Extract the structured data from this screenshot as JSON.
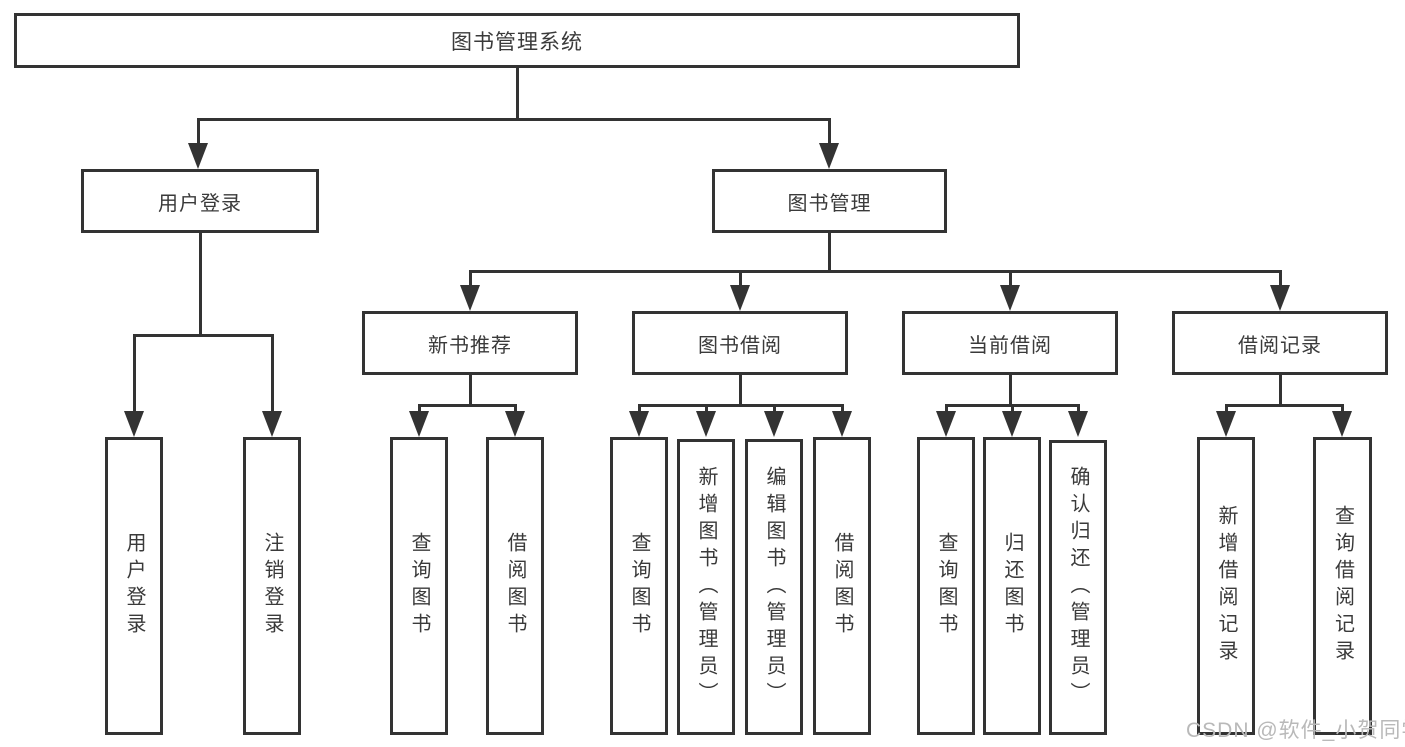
{
  "nodes": {
    "root": "图书管理系统",
    "user_login": "用户登录",
    "book_management": "图书管理",
    "new_book_rec": "新书推荐",
    "book_borrowing": "图书借阅",
    "current_borrowing": "当前借阅",
    "borrowing_records": "借阅记录",
    "ul_user_login": "用户登录",
    "ul_logout": "注销登录",
    "nbr_query_books": "查询图书",
    "nbr_borrow_books": "借阅图书",
    "bb_query_books": "查询图书",
    "bb_add_books": "新增图书（管理员）",
    "bb_edit_books": "编辑图书（管理员）",
    "bb_borrow_books": "借阅图书",
    "cb_query_books": "查询图书",
    "cb_return_books": "归还图书",
    "cb_confirm_return": "确认归还（管理员）",
    "br_add_record": "新增借阅记录",
    "br_query_record": "查询借阅记录"
  },
  "hierarchy": {
    "图书管理系统": [
      "用户登录",
      "图书管理"
    ],
    "用户登录": [
      "用户登录",
      "注销登录"
    ],
    "图书管理": [
      "新书推荐",
      "图书借阅",
      "当前借阅",
      "借阅记录"
    ],
    "新书推荐": [
      "查询图书",
      "借阅图书"
    ],
    "图书借阅": [
      "查询图书",
      "新增图书（管理员）",
      "编辑图书（管理员）",
      "借阅图书"
    ],
    "当前借阅": [
      "查询图书",
      "归还图书",
      "确认归还（管理员）"
    ],
    "借阅记录": [
      "新增借阅记录",
      "查询借阅记录"
    ]
  },
  "watermark": "CSDN @软件_小贺同学",
  "colors": {
    "line": "#333333",
    "text": "#3a3a3a",
    "watermark": "#b9b9b9",
    "background": "#ffffff"
  }
}
